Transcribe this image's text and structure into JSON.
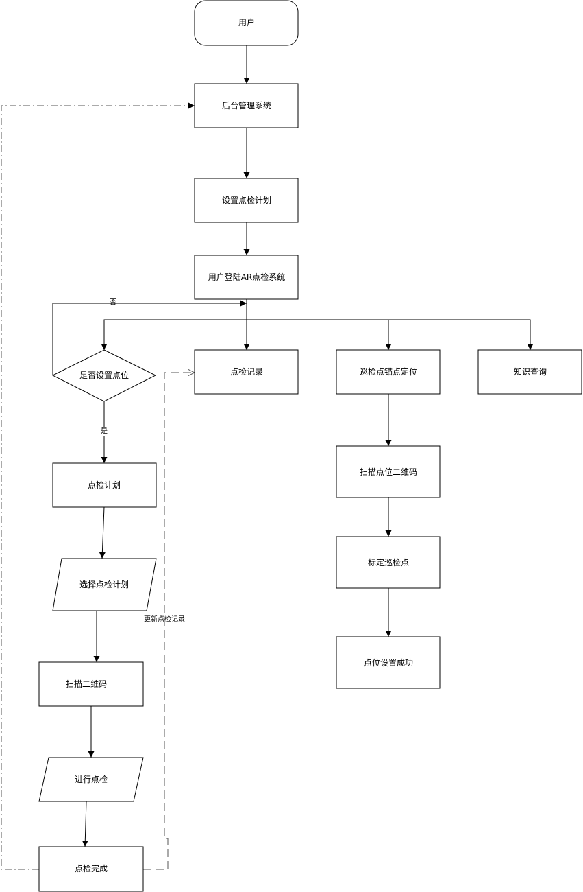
{
  "nodes": {
    "user": "用户",
    "backend": "后台管理系统",
    "set_plan": "设置点检计划",
    "login": "用户登陆AR点检系统",
    "is_set_point": "是否设置点位",
    "inspection_record": "点检记录",
    "anchor_locate": "巡检点锚点定位",
    "knowledge_query": "知识查询",
    "inspection_plan": "点检计划",
    "scan_point_qr": "扫描点位二维码",
    "select_plan": "选择点检计划",
    "mark_point": "标定巡检点",
    "scan_qr": "扫描二维码",
    "point_set_success": "点位设置成功",
    "do_inspection": "进行点检",
    "inspection_done": "点检完成"
  },
  "edges": {
    "no": "否",
    "yes": "是",
    "update_record": "更新点检记录"
  }
}
